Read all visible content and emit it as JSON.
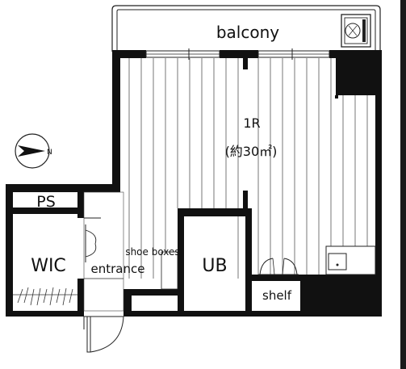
{
  "rooms": {
    "balcony": "balcony",
    "main_room": "1R",
    "main_room_area": "(約30㎡)",
    "ps": "PS",
    "wic": "WIC",
    "entrance": "entrance",
    "shoe_boxes": "shoe boxes",
    "ub": "UB",
    "shelf": "shelf"
  },
  "compass": {
    "label": "N"
  },
  "colors": {
    "wall": "#111111",
    "background": "#ffffff",
    "line": "#222222"
  }
}
